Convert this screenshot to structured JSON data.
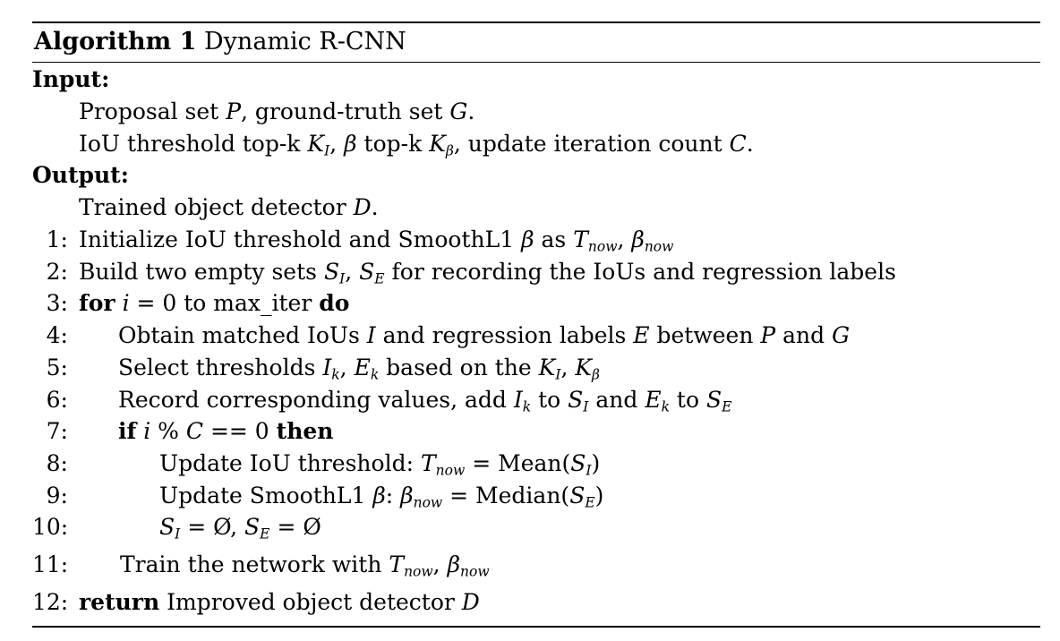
{
  "algorithm": {
    "label": "Algorithm 1",
    "name": "Dynamic R-CNN",
    "input_heading": "Input:",
    "input_lines": [
      "Proposal set P, ground-truth set G.",
      "IoU threshold top-k K_I, β top-k K_β, update iteration count C."
    ],
    "output_heading": "Output:",
    "output_lines": [
      "Trained object detector D."
    ],
    "steps": [
      {
        "n": "1:",
        "text": "Initialize IoU threshold and SmoothL1 β as T_now, β_now"
      },
      {
        "n": "2:",
        "text": "Build two empty sets S_I, S_E for recording the IoUs and regression labels"
      },
      {
        "n": "3:",
        "text": "for i = 0 to max_iter do"
      },
      {
        "n": "4:",
        "text": "Obtain matched IoUs I and regression labels E between P and G"
      },
      {
        "n": "5:",
        "text": "Select thresholds I_k, E_k based on the K_I, K_β"
      },
      {
        "n": "6:",
        "text": "Record corresponding values, add I_k to S_I and E_k to S_E"
      },
      {
        "n": "7:",
        "text": "if i % C == 0 then"
      },
      {
        "n": "8:",
        "text": "Update IoU threshold: T_now = Mean(S_I)"
      },
      {
        "n": "9:",
        "text": "Update SmoothL1 β: β_now = Median(S_E)"
      },
      {
        "n": "10:",
        "text": "S_I = Ø, S_E = Ø"
      },
      {
        "n": "11:",
        "text": "Train the network with T_now, β_now"
      },
      {
        "n": "12:",
        "text": "return Improved object detector D"
      }
    ]
  }
}
